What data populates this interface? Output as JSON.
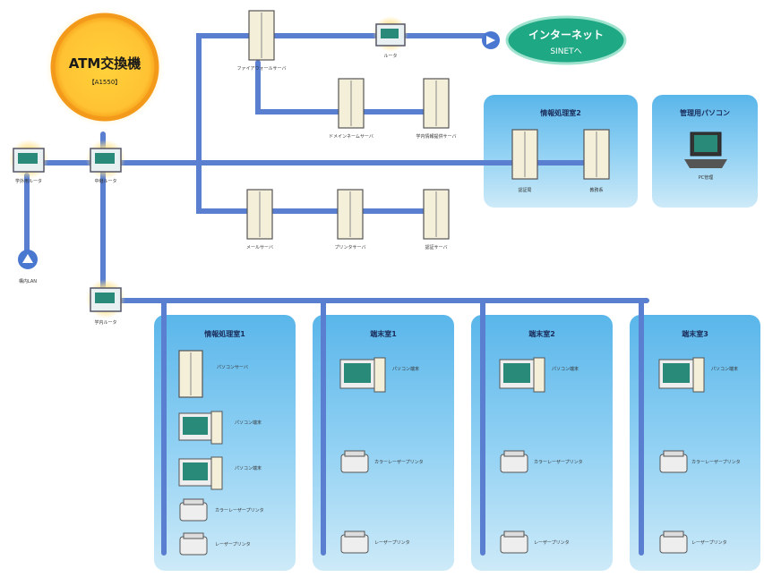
{
  "atm": {
    "title": "ATM交換機",
    "model": "【A1550】"
  },
  "internet": {
    "line1": "インターネット",
    "line2": "SINETへ"
  },
  "panels": {
    "info2": "情報処理室2",
    "admin": "管理用パソコン",
    "info1": "情報処理室1",
    "lab1": "端末室1",
    "lab2": "端末室2",
    "lab3": "端末室3"
  },
  "labels": {
    "firewall": "ファイアウォールサーバ",
    "router_top": "ルータ",
    "server_a": "ドメインネームサーバ",
    "server_b": "学内情報提供サーバ",
    "mail_server": "メールサーバ",
    "print_server": "プリンタサーバ",
    "file_server": "認証サーバ",
    "left_router": "学外用ルータ",
    "core_router": "中継ルータ",
    "campus_router": "学内ルータ",
    "campus_link": "構内LAN",
    "info2_srv1": "認証局",
    "info2_srv2": "教務系",
    "admin_pc": "PC管理",
    "pc_server": "パソコンサーバ",
    "pc_terminal": "パソコン端末",
    "color_printer": "カラーレーザープリンタ",
    "laser_printer": "レーザープリンタ"
  }
}
